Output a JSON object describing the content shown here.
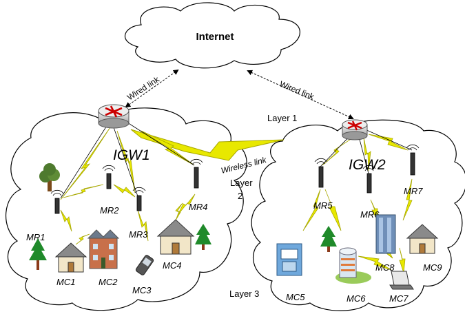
{
  "cloud_label": "Internet",
  "links": {
    "wired_left": "Wired link",
    "wired_right": "Wired link",
    "wireless": "Wireless link"
  },
  "layers": {
    "layer1": "Layer 1",
    "layer2_line1": "Layer",
    "layer2_line2": "2",
    "layer3": "Layer 3"
  },
  "gateways": {
    "igw1": "IGW1",
    "igw2": "IGW2"
  },
  "routers": {
    "mr1": "MR1",
    "mr2": "MR2",
    "mr3": "MR3",
    "mr4": "MR4",
    "mr5": "MR5",
    "mr6": "MR6",
    "mr7": "MR7"
  },
  "clients": {
    "mc1": "MC1",
    "mc2": "MC2",
    "mc3": "MC3",
    "mc4": "MC4",
    "mc5": "MC5",
    "mc6": "MC6",
    "mc7": "MC7",
    "mc8": "MC8",
    "mc9": "MC9"
  },
  "colors": {
    "lightning": "#e8e800",
    "lightning_stroke": "#a8a800",
    "router_x": "#cc0000"
  }
}
